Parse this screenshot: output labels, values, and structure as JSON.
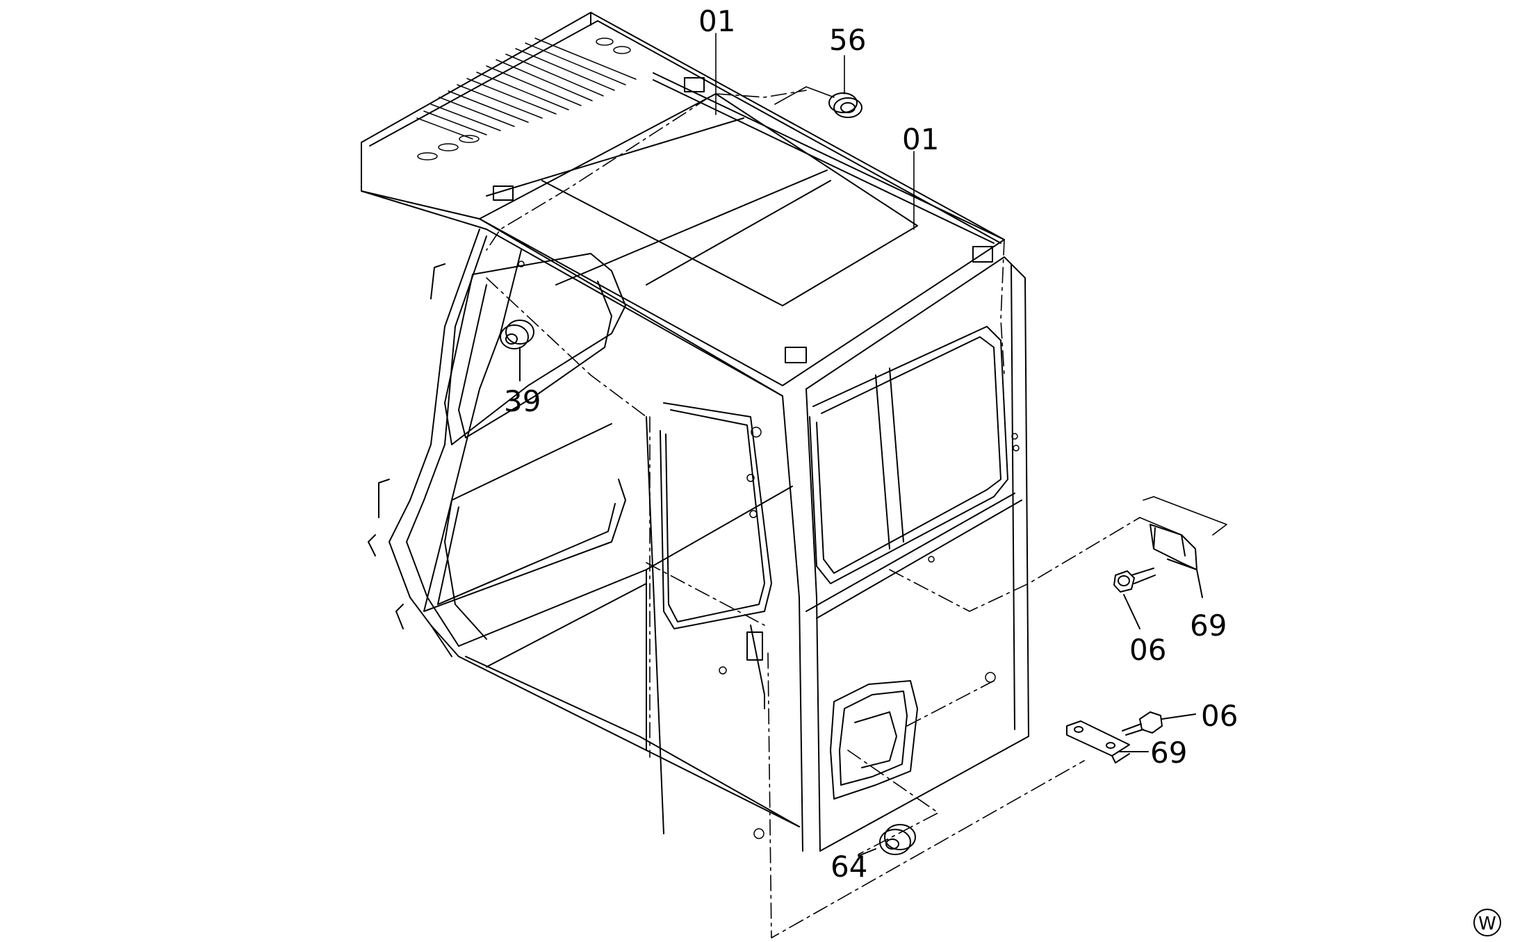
{
  "diagram": {
    "line_color": "#000000",
    "background": "#ffffff",
    "callouts": [
      {
        "id": "top-left-01",
        "label": "01"
      },
      {
        "id": "top-right-01",
        "label": "01"
      },
      {
        "id": "bushing-56",
        "label": "56"
      },
      {
        "id": "grommet-39",
        "label": "39"
      },
      {
        "id": "bolt-06-upper",
        "label": "06"
      },
      {
        "id": "bracket-69-upper",
        "label": "69"
      },
      {
        "id": "bolt-06-lower",
        "label": "06"
      },
      {
        "id": "plate-69-lower",
        "label": "69"
      },
      {
        "id": "grommet-64",
        "label": "64"
      }
    ],
    "corner_mark": "W"
  }
}
